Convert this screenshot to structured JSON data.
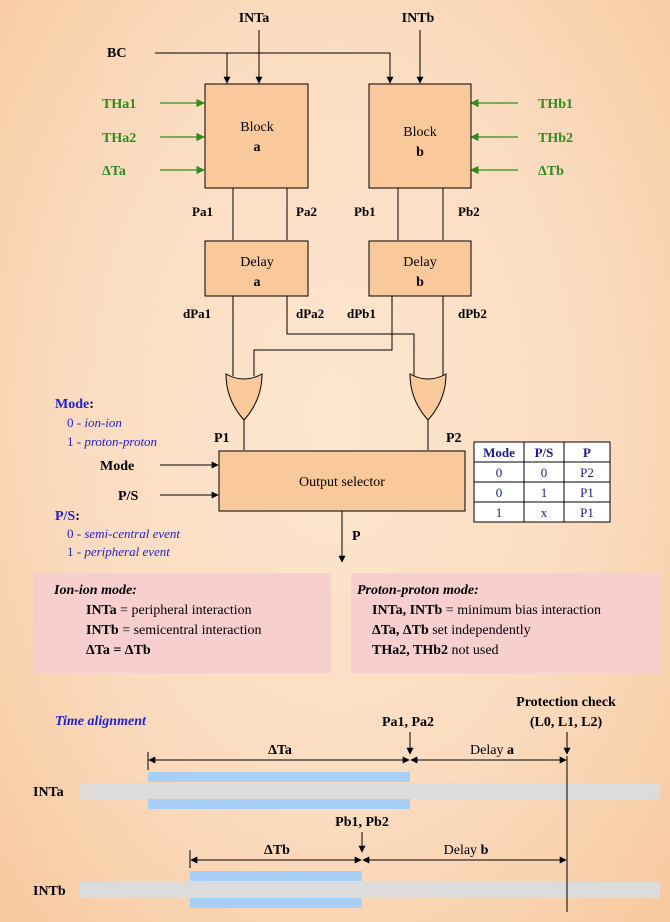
{
  "inputs": {
    "inta": "INTa",
    "intb": "INTb",
    "bc": "BC",
    "tha1": "THa1",
    "tha2": "THa2",
    "dta": "ΔTa",
    "thb1": "THb1",
    "thb2": "THb2",
    "dtb": "ΔTb"
  },
  "blocks": {
    "block_a": [
      "Block",
      "a"
    ],
    "block_b": [
      "Block",
      "b"
    ],
    "delay_a": [
      "Delay",
      "a"
    ],
    "delay_b": [
      "Delay",
      "b"
    ],
    "output_selector": "Output selector"
  },
  "signals": {
    "pa1": "Pa1",
    "pa2": "Pa2",
    "pb1": "Pb1",
    "pb2": "Pb2",
    "dpa1": "dPa1",
    "dpa2": "dPa2",
    "dpb1": "dPb1",
    "dpb2": "dPb2",
    "p1": "P1",
    "p2": "P2",
    "p": "P",
    "mode": "Mode",
    "ps": "P/S"
  },
  "legend": {
    "mode_title": "Mode",
    "mode_colon": ":",
    "mode_items": [
      {
        "code": "0 - ",
        "text": "ion-ion"
      },
      {
        "code": "1 - ",
        "text": "proton-proton"
      }
    ],
    "ps_title": "P/S",
    "ps_colon": ":",
    "ps_items": [
      {
        "code": "0 - ",
        "text": "semi-central event"
      },
      {
        "code": "1 - ",
        "text": "peripheral event"
      }
    ]
  },
  "truth_table": {
    "headers": [
      "Mode",
      "P/S",
      "P"
    ],
    "rows": [
      [
        "0",
        "0",
        "P2"
      ],
      [
        "0",
        "1",
        "P1"
      ],
      [
        "1",
        "x",
        "P1"
      ]
    ]
  },
  "ion_ion": {
    "title": "Ion-ion mode:",
    "lines": [
      {
        "bold": "INTa",
        "rest": " = peripheral interaction"
      },
      {
        "bold": "INTb",
        "rest": " = semicentral interaction"
      },
      {
        "bold": "ΔTa = ΔTb",
        "rest": ""
      }
    ]
  },
  "proton_proton": {
    "title": "Proton-proton mode:",
    "lines": [
      {
        "bold": "INTa, INTb",
        "rest": " = minimum bias interaction"
      },
      {
        "bold": "ΔTa, ΔTb",
        "rest": " set independently"
      },
      {
        "bold": "THa2, THb2",
        "rest": " not used"
      }
    ]
  },
  "timing": {
    "title": "Time alignment",
    "protection_line1": "Protection check",
    "protection_line2": "(L0, L1, L2)",
    "pa": "Pa1, Pa2",
    "pb": "Pb1, Pb2",
    "dta": "ΔTa",
    "dtb": "ΔTb",
    "delay_a_word": "Delay ",
    "delay_a_letter": "a",
    "delay_b_word": "Delay ",
    "delay_b_letter": "b",
    "inta": "INTa",
    "intb": "INTb"
  },
  "colors": {
    "block_fill": "#f9c99b",
    "note_fill": "#f8cfcf",
    "timing_bar": "#a8cff5",
    "timing_bg": "#dcdcdc",
    "green_text": "#2e8b1e",
    "blue_text": "#1f1fcf"
  }
}
